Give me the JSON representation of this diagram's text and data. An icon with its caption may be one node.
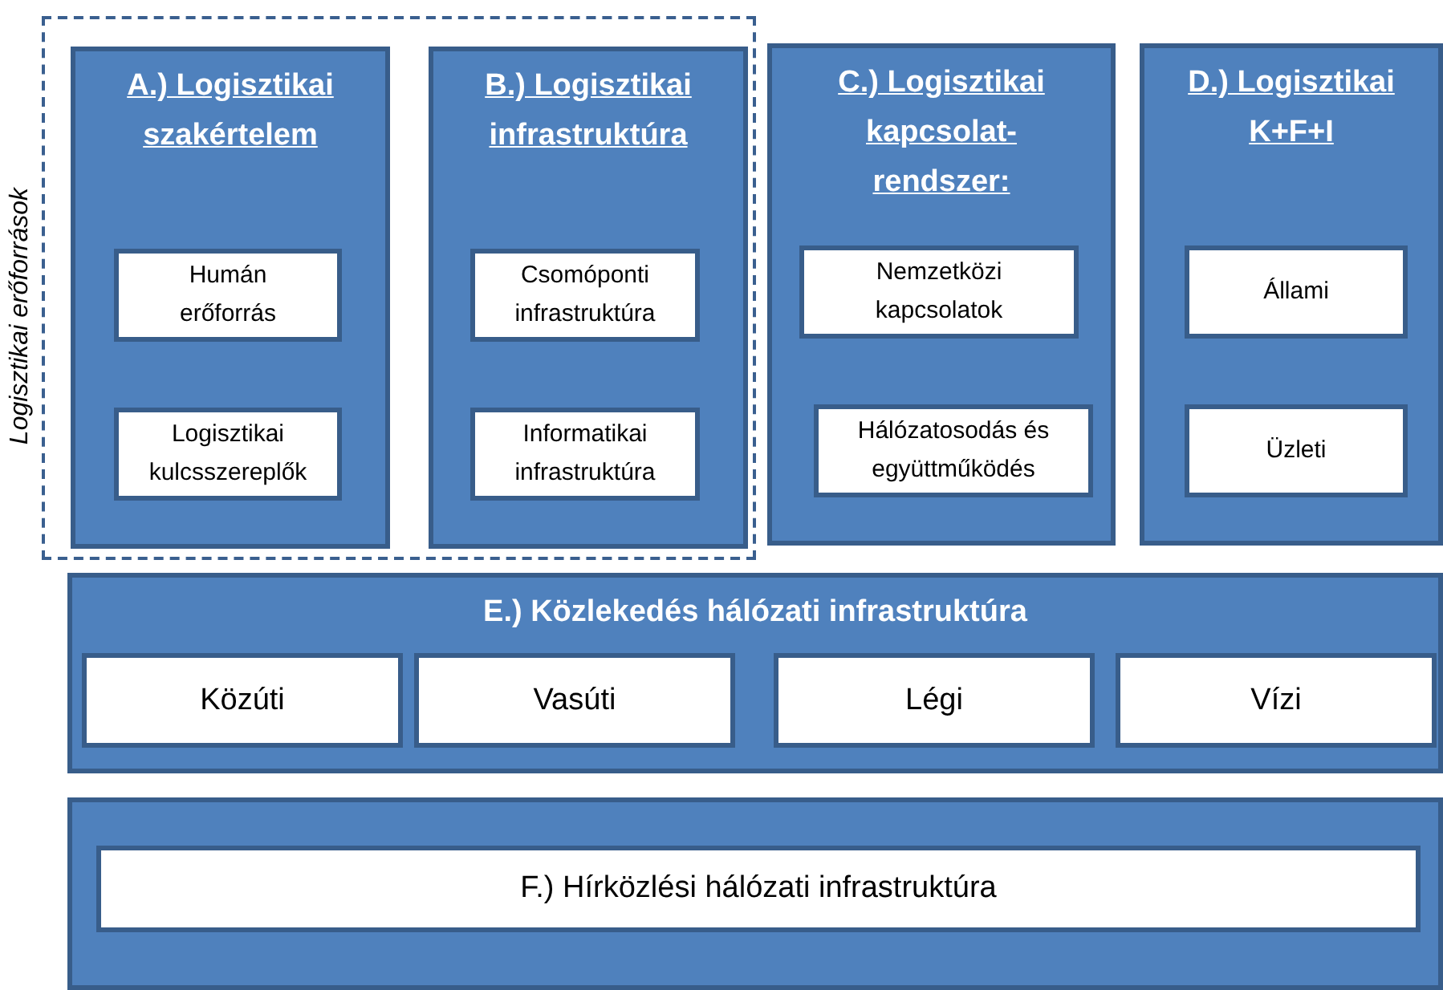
{
  "diagram": {
    "nodes": [
      {
        "text": [
          "Logisztikai erőforrások"
        ]
      },
      {
        "text": [
          "A.) Logisztikai szakértelem"
        ],
        "in": 0
      },
      {
        "text": [
          "Humán erőforrás"
        ],
        "in": 1
      },
      {
        "text": [
          "Logisztikai kulcsszereplők"
        ],
        "in": 1
      },
      {
        "text": [
          "B.) Logisztikai infrastruktúra"
        ],
        "in": 0
      },
      {
        "text": [
          "Csomóponti infrastruktúra"
        ],
        "in": 4
      },
      {
        "text": [
          "Informatikai infrastruktúra"
        ],
        "in": 4
      },
      {
        "text": [
          "C.) Logisztikai kapcsolat- rendszer:"
        ]
      },
      {
        "text": [
          "Nemzetközi kapcsolatok"
        ],
        "in": 7
      },
      {
        "text": [
          "Hálózatosodás és együttműködés"
        ],
        "in": 7
      },
      {
        "text": [
          "D.) Logisztikai K+F+I"
        ]
      },
      {
        "text": [
          "Állami"
        ],
        "in": 10
      },
      {
        "text": [
          "Üzleti"
        ],
        "in": 10
      },
      {
        "text": [
          "E.) Közlekedés hálózati infrastruktúra"
        ]
      },
      {
        "text": [
          "Közúti"
        ],
        "in": 13
      },
      {
        "text": [
          "Vasúti"
        ],
        "in": 13
      },
      {
        "text": [
          "Légi"
        ],
        "in": 13
      },
      {
        "text": [
          "Vízi"
        ],
        "in": 13
      },
      {
        "text": [],
        "shape": "box"
      },
      {
        "text": [
          "F.) Hírközlési hálózati infrastruktúra"
        ],
        "in": 18
      }
    ],
    "edges": []
  }
}
